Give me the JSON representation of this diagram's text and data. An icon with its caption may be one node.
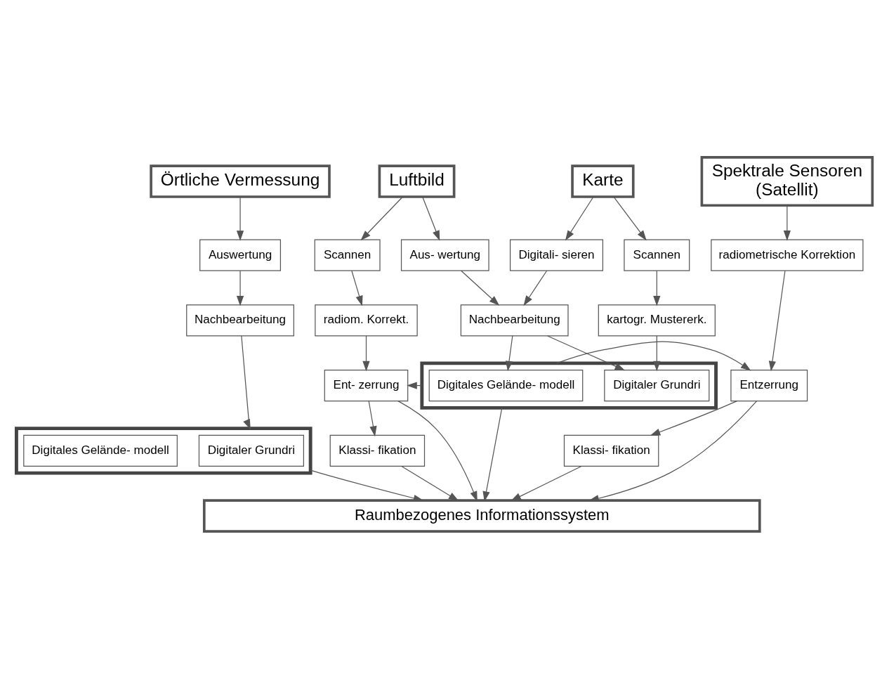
{
  "diagram": {
    "nodes": [
      {
        "text": [
          "Örtliche Vermessung"
        ]
      },
      {
        "text": [
          "Luftbild"
        ]
      },
      {
        "text": [
          "Karte"
        ]
      },
      {
        "text": [
          "Spektrale Sensoren",
          "(Satellit)"
        ]
      },
      {
        "text": [
          "Auswertung"
        ]
      },
      {
        "text": [
          "Scannen"
        ]
      },
      {
        "text": [
          "Aus- wertung"
        ]
      },
      {
        "text": [
          "Digitali- sieren"
        ]
      },
      {
        "text": [
          "Scannen"
        ]
      },
      {
        "text": [
          "Nachbearbeitung"
        ]
      },
      {
        "text": [
          "radiom. Korrekt."
        ]
      },
      {
        "text": [
          "Nachbearbeitung"
        ]
      },
      {
        "text": [
          "kartogr. Mustererk."
        ]
      },
      {
        "text": [
          "radiometrische Korrektion"
        ]
      },
      {
        "text": [],
        "shape": "box"
      },
      {
        "text": [
          "Digitaler Grundri"
        ],
        "in": 14
      },
      {
        "text": [
          "Digitales Gelände- modell"
        ],
        "in": 14
      },
      {
        "text": [
          "Ent- zerrung"
        ]
      },
      {
        "text": [],
        "shape": "box"
      },
      {
        "text": [
          "Digitales Gelände- modell"
        ],
        "in": 18
      },
      {
        "text": [
          "Digitaler Grundri"
        ],
        "in": 18
      },
      {
        "text": [
          "Entzerrung"
        ]
      },
      {
        "text": [
          "Klassi- fikation"
        ]
      },
      {
        "text": [
          "Klassi- fikation"
        ]
      },
      {
        "text": [
          "Raumbezogenes Informationssystem"
        ]
      }
    ],
    "edges": [
      {
        "from": 0,
        "to": 4,
        "arrow": "to"
      },
      {
        "from": 4,
        "to": 9,
        "arrow": "to"
      },
      {
        "from": 9,
        "to": 14,
        "arrow": "to"
      },
      {
        "from": 1,
        "to": 5,
        "arrow": "to"
      },
      {
        "from": 1,
        "to": 6,
        "arrow": "to"
      },
      {
        "from": 2,
        "to": 7,
        "arrow": "to"
      },
      {
        "from": 2,
        "to": 8,
        "arrow": "to"
      },
      {
        "from": 5,
        "to": 10,
        "arrow": "to"
      },
      {
        "from": 6,
        "to": 11,
        "arrow": "to"
      },
      {
        "from": 7,
        "to": 11,
        "arrow": "to"
      },
      {
        "from": 8,
        "to": 12,
        "arrow": "to"
      },
      {
        "from": 10,
        "to": 17,
        "arrow": "to"
      },
      {
        "from": 11,
        "to": 19,
        "arrow": "to"
      },
      {
        "from": 11,
        "to": 20,
        "arrow": "to"
      },
      {
        "from": 12,
        "to": 20,
        "arrow": "to"
      },
      {
        "from": 3,
        "to": 13,
        "arrow": "to"
      },
      {
        "from": 13,
        "to": 21,
        "arrow": "to"
      },
      {
        "from": 18,
        "to": 17,
        "arrow": "to"
      },
      {
        "from": 18,
        "to": 21,
        "arrow": "to"
      },
      {
        "from": 17,
        "to": 22,
        "arrow": "to"
      },
      {
        "from": 21,
        "to": 23,
        "arrow": "to"
      },
      {
        "from": 14,
        "to": 24,
        "arrow": "to"
      },
      {
        "from": 17,
        "to": 24,
        "arrow": "to"
      },
      {
        "from": 22,
        "to": 24,
        "arrow": "to"
      },
      {
        "from": 18,
        "to": 24,
        "arrow": "to"
      },
      {
        "from": 21,
        "to": 24,
        "arrow": "to"
      },
      {
        "from": 23,
        "to": 24,
        "arrow": "to"
      }
    ]
  }
}
